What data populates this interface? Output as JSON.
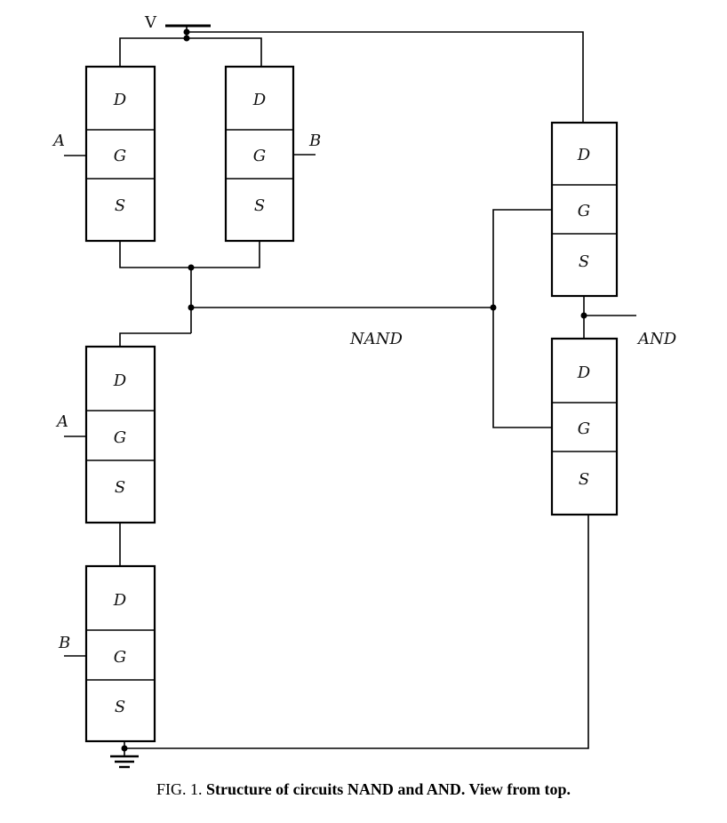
{
  "labels": {
    "supply": "V",
    "nand": "NAND",
    "and": "AND",
    "input_a": "A",
    "input_b": "B"
  },
  "cells": {
    "drain": "D",
    "gate": "G",
    "source": "S"
  },
  "caption": {
    "prefix": "FIG. 1.",
    "title": "Structure of circuits NAND and AND. View from top."
  }
}
